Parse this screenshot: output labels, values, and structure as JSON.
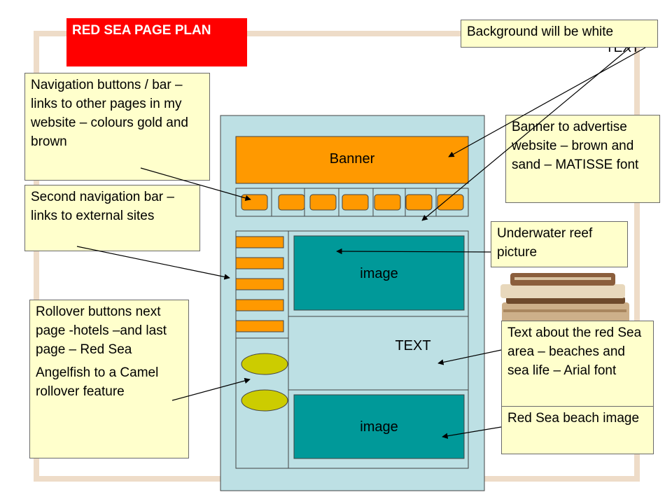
{
  "title": "RED SEA  PAGE PLAN",
  "stray_text": "TEXT",
  "mockup": {
    "banner": "Banner",
    "image_top": "image",
    "text": "TEXT",
    "image_bottom": "image"
  },
  "notes": {
    "background": "Background will be white",
    "navigation": "Navigation buttons / bar – links to other pages in my website – colours gold and brown",
    "second_nav": "Second navigation bar – links to external sites",
    "rollover_1": "Rollover buttons next page -hotels –and last page – Red Sea",
    "rollover_2": "Angelfish to a Camel rollover feature",
    "banner": "Banner to advertise website – brown and sand – MATISSE font",
    "reef": "Underwater reef picture",
    "text_area": "Text about the red Sea area – beaches and sea life – Arial font",
    "beach": "Red Sea beach image"
  },
  "colors": {
    "title_bg": "#ff0000",
    "note_bg": "#ffffcc",
    "page_bg": "#bde0e4",
    "banner": "#ff9900",
    "image": "#009999",
    "oval": "#cccc00",
    "frame": "#eedcc8"
  }
}
